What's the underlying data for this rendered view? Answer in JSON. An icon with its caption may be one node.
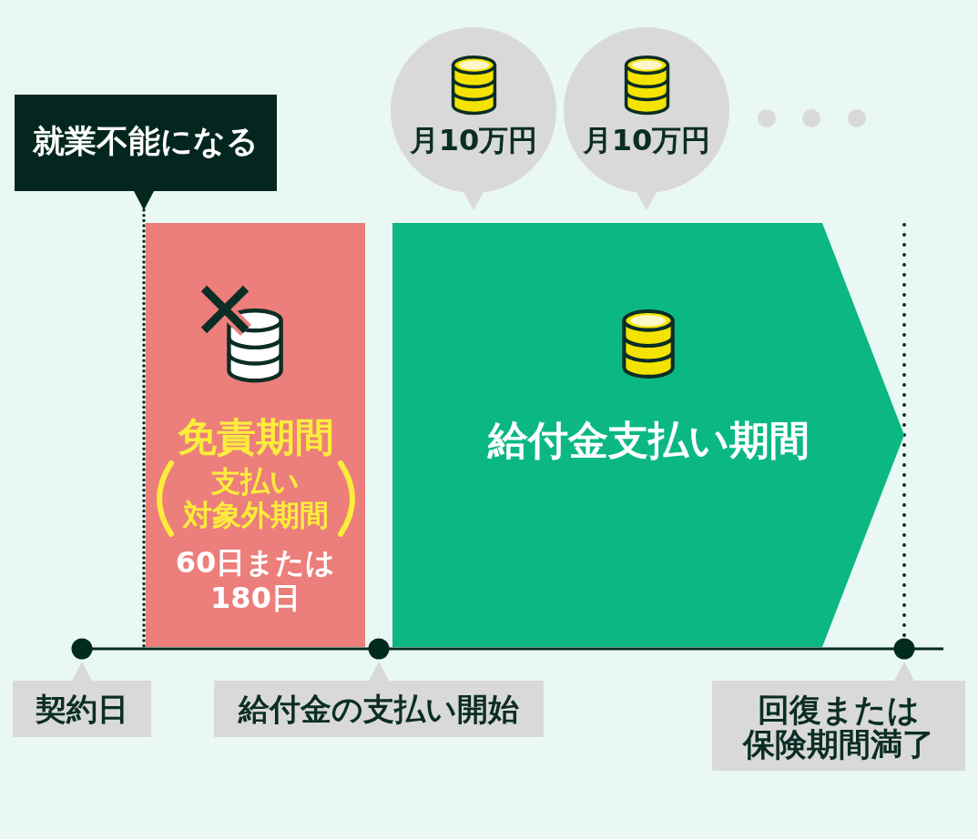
{
  "diagram": {
    "nodes": [
      {
        "text": [
          "就業不能になる"
        ]
      },
      {
        "text": [
          "免責期間",
          "支払い対象外期間",
          "60日または180日"
        ]
      },
      {
        "text": [
          "月10万円"
        ]
      },
      {
        "text": [
          "月10万円"
        ]
      },
      {
        "text": [
          "給付金支払い期間"
        ]
      },
      {
        "text": [
          "契約日"
        ]
      },
      {
        "text": [
          "給付金の支払い開始"
        ]
      },
      {
        "text": [
          "回復または保険期間満了"
        ]
      }
    ],
    "edges": [
      {
        "from": 0,
        "to": 1,
        "arrow": "none",
        "style": "dashed"
      }
    ]
  }
}
